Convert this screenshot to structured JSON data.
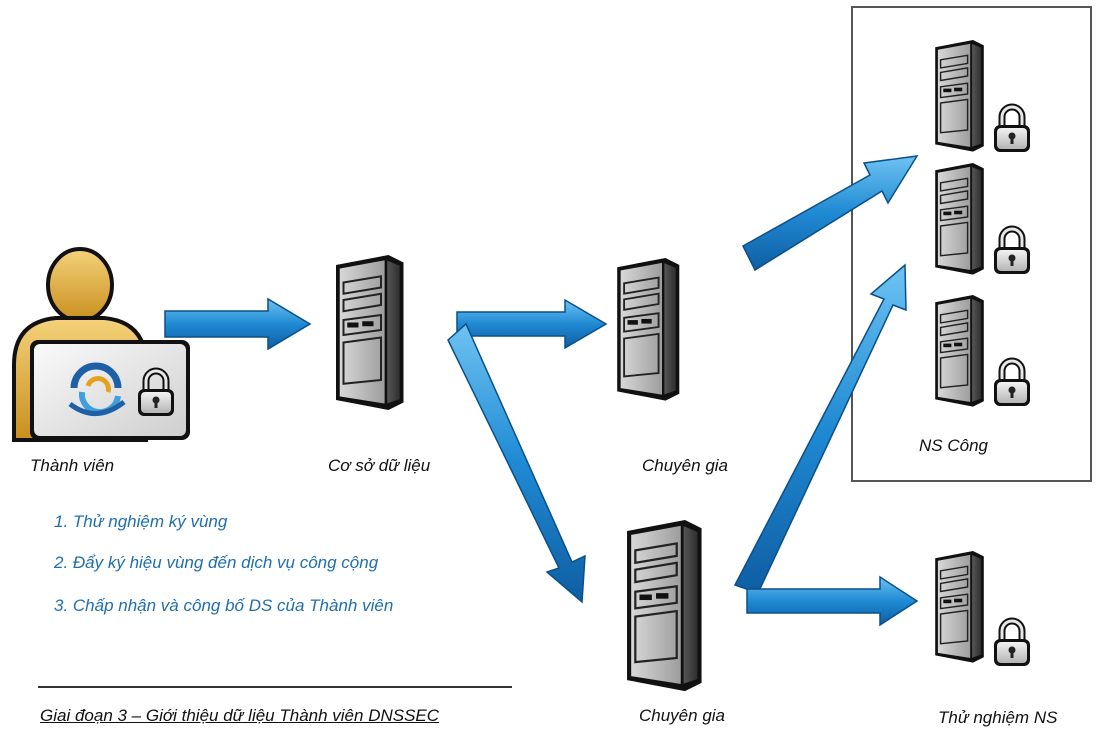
{
  "nodes": {
    "member": "Thành viên",
    "database": "Cơ sở dữ liệu",
    "expert_top": "Chuyên gia",
    "expert_bottom": "Chuyên gia",
    "public_ns": "NS Công",
    "test_ns": "Thử nghiệm NS"
  },
  "steps": [
    "1. Thử nghiệm ký vùng",
    "2. Đẩy ký hiệu vùng đến dịch vụ công cộng",
    "3. Chấp nhận và công bố DS của Thành viên"
  ],
  "caption": "Giai đoạn 3 – Giới thiệu dữ liệu Thành viên DNSSEC",
  "colors": {
    "arrow": "#1f7fc4",
    "step_text": "#1f6fad",
    "server": "#a8a8a8",
    "member": "#e6b84a"
  },
  "icons": [
    "person-icon",
    "id-card-icon",
    "server-icon",
    "lock-icon"
  ]
}
